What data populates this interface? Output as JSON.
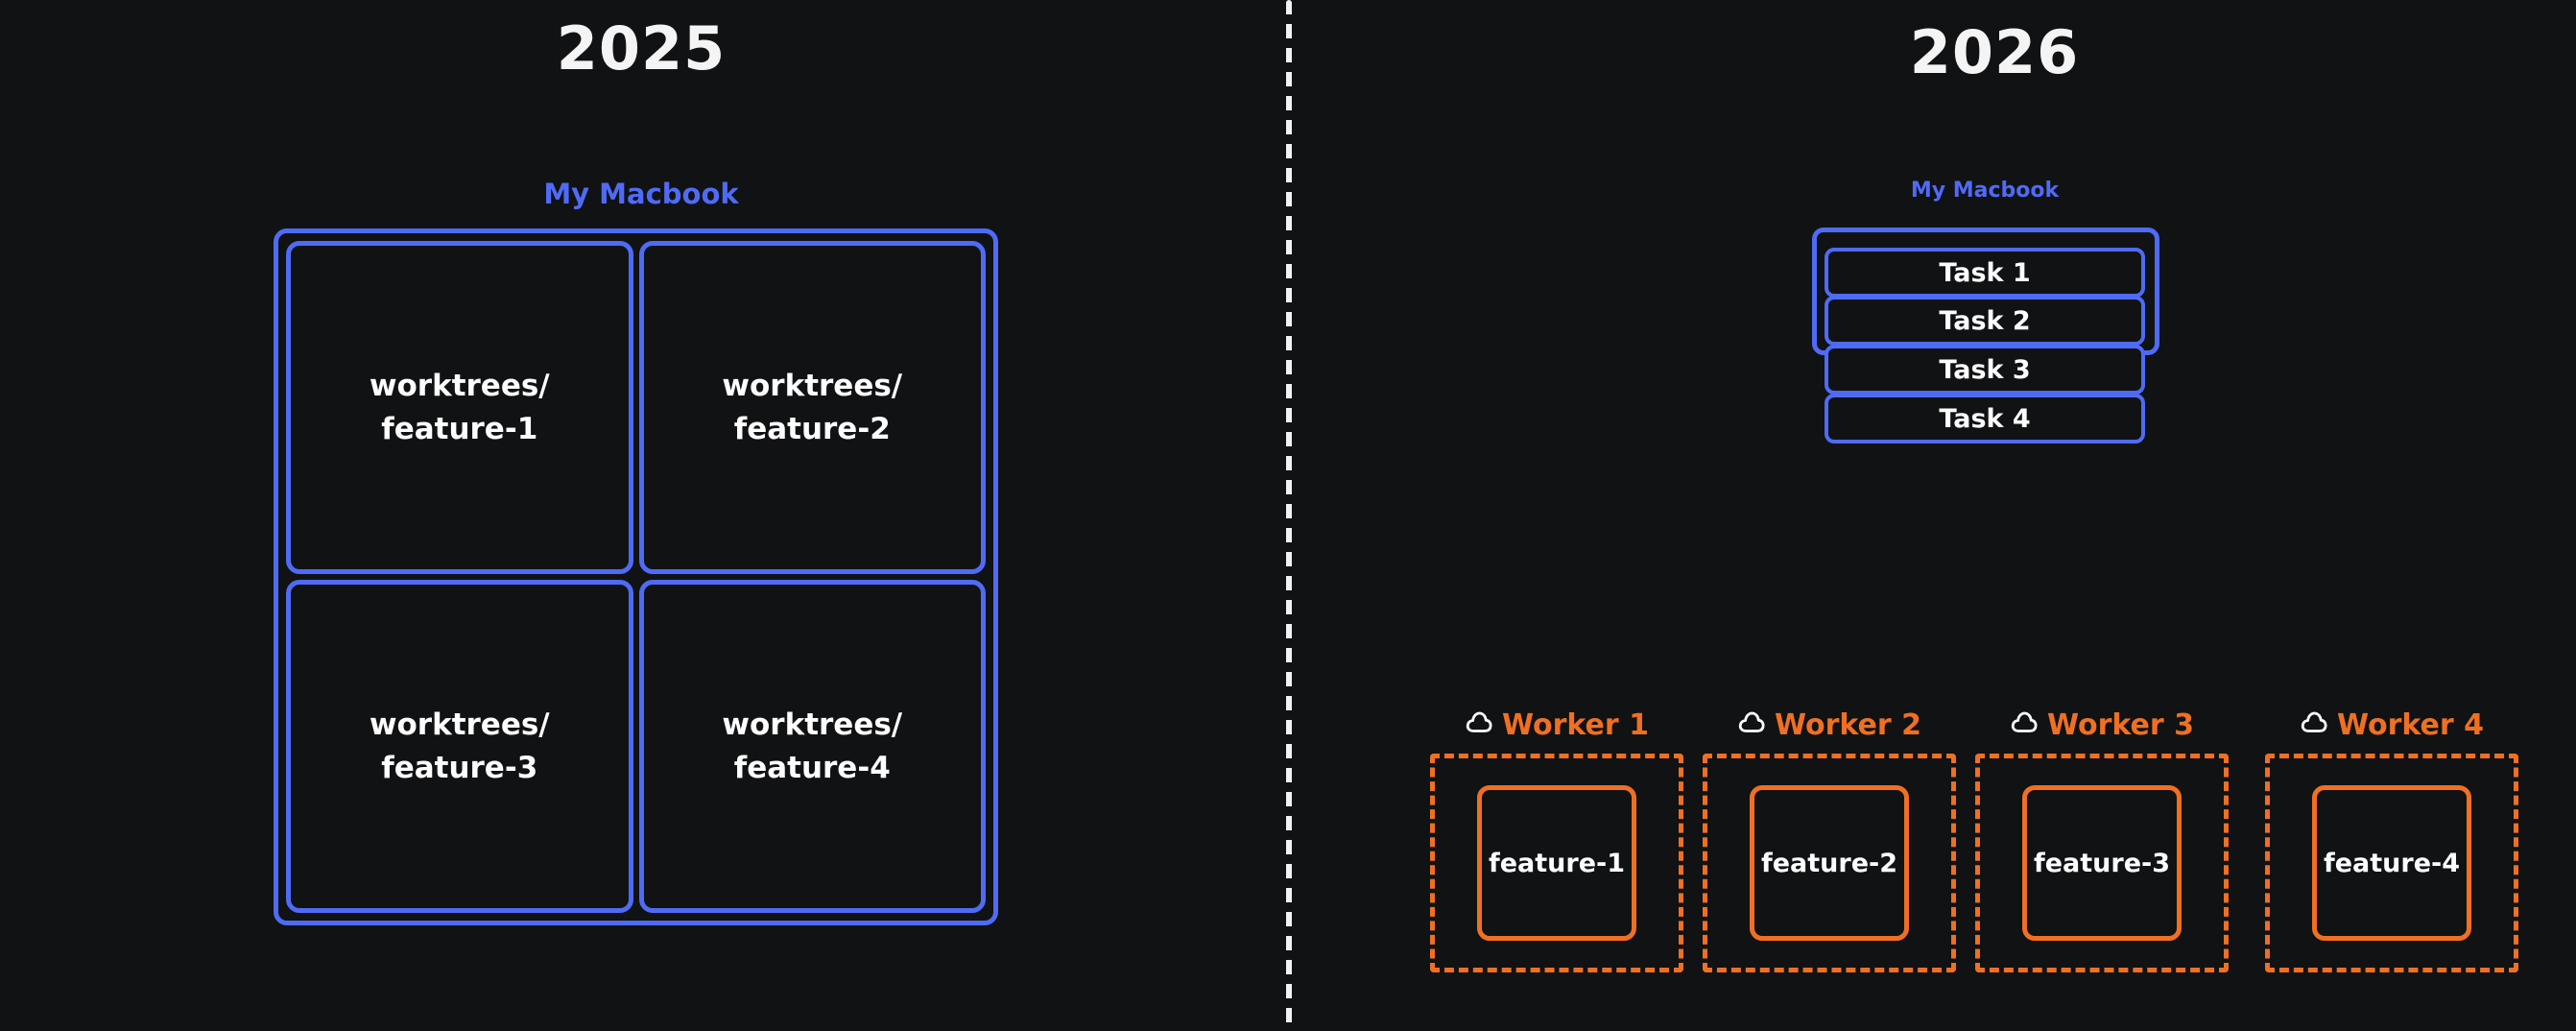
{
  "canvas": {
    "background": "#111214",
    "blue": "#4f6bf6",
    "orange": "#ef7022",
    "text_light": "#fdfdfd",
    "divider_color": "#f2f2f2"
  },
  "left_panel": {
    "title": "2025",
    "machine_label": "My Macbook",
    "worktrees": [
      {
        "line1": "worktrees/",
        "line2": "feature-1"
      },
      {
        "line1": "worktrees/",
        "line2": "feature-2"
      },
      {
        "line1": "worktrees/",
        "line2": "feature-3"
      },
      {
        "line1": "worktrees/",
        "line2": "feature-4"
      }
    ]
  },
  "right_panel": {
    "title": "2026",
    "machine_label": "My Macbook",
    "tasks": [
      {
        "label": "Task 1"
      },
      {
        "label": "Task 2"
      },
      {
        "label": "Task 3"
      },
      {
        "label": "Task 4"
      }
    ],
    "workers": [
      {
        "name": "Worker 1",
        "icon": "cloud-icon",
        "feature": "feature-1"
      },
      {
        "name": "Worker 2",
        "icon": "cloud-icon",
        "feature": "feature-2"
      },
      {
        "name": "Worker 3",
        "icon": "cloud-icon",
        "feature": "feature-3"
      },
      {
        "name": "Worker 4",
        "icon": "cloud-icon",
        "feature": "feature-4"
      }
    ]
  }
}
